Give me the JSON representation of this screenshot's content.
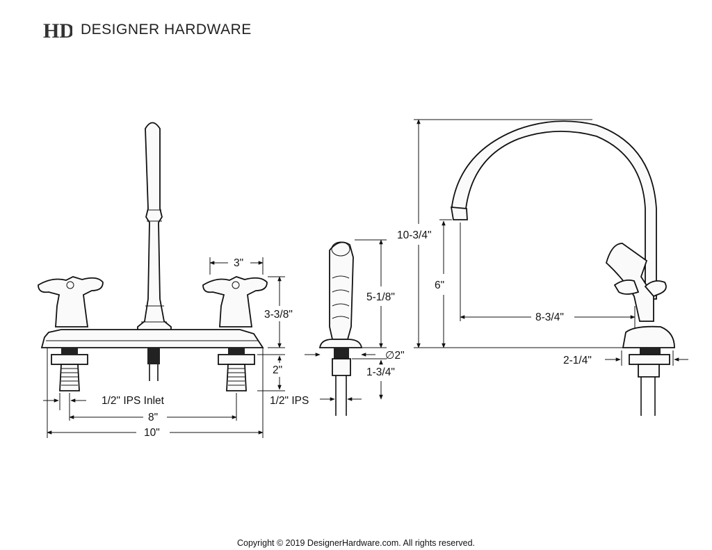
{
  "header": {
    "logo_monogram": "HD",
    "brand": "DESIGNER HARDWARE"
  },
  "dimensions": {
    "handle_spacing": "3\"",
    "handle_height": "3-3/8\"",
    "shank_length": "2\"",
    "ips_inlet": "1/2\" IPS Inlet",
    "center_spread": "8\"",
    "overall_width": "10\"",
    "sprayer_height": "5-1/8\"",
    "sprayer_diameter": "∅2\"",
    "sprayer_shank": "1-3/4\"",
    "sprayer_ips": "1/2\" IPS",
    "spout_height": "10-3/4\"",
    "spout_clearance": "6\"",
    "spout_reach": "8-3/4\"",
    "base_width": "2-1/4\""
  },
  "footer": {
    "copyright": "Copyright © 2019 DesignerHardware.com. All rights reserved."
  }
}
